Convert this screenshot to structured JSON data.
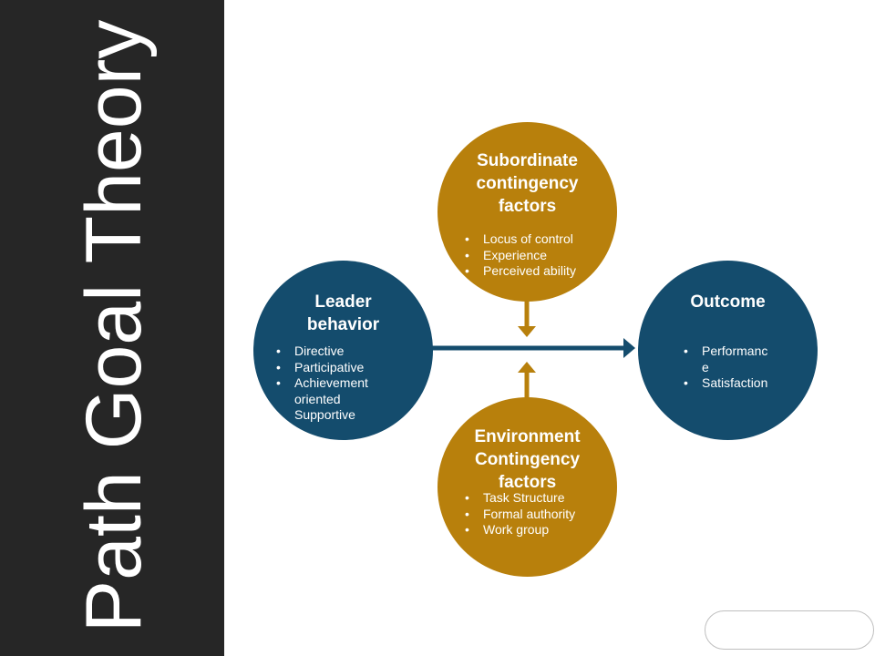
{
  "slide": {
    "title": "Path Goal Theory"
  },
  "colors": {
    "sidebar": "#262626",
    "gold": "#b8800c",
    "navy": "#144c6d",
    "connector": "#144c6d"
  },
  "nodes": {
    "subordinate": {
      "heading": "Subordinate contingency factors",
      "items": [
        "Locus of control",
        "Experience",
        "Perceived ability"
      ]
    },
    "leader": {
      "heading": "Leader behavior",
      "items": [
        "Directive",
        "Participative",
        "Achievement oriented Supportive"
      ]
    },
    "outcome": {
      "heading": "Outcome",
      "items": [
        "Performanc e",
        "Satisfaction"
      ]
    },
    "environment": {
      "heading": "Environment Contingency factors",
      "items": [
        "Task Structure",
        "Formal authority",
        "Work group"
      ]
    }
  },
  "bullet_glyph": "•"
}
